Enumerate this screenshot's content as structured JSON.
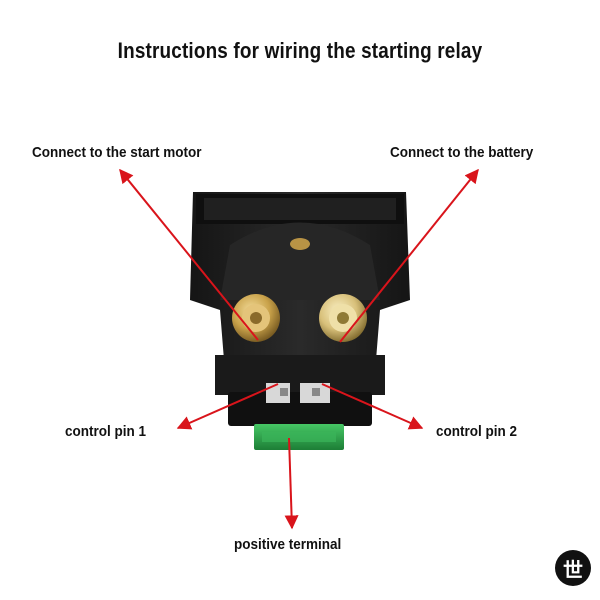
{
  "title": "Instructions for wiring the starting relay",
  "labels": {
    "start_motor": "Connect to the start motor",
    "battery": "Connect to the battery",
    "control_pin_1": "control pin 1",
    "control_pin_2": "control pin 2",
    "positive_terminal": "positive terminal"
  },
  "logo_mark": "世",
  "colors": {
    "arrow": "#d9141b",
    "relay_body": "#1c1c1c",
    "fuse": "#2ea84a",
    "terminal_gold": "#c9a24a"
  }
}
